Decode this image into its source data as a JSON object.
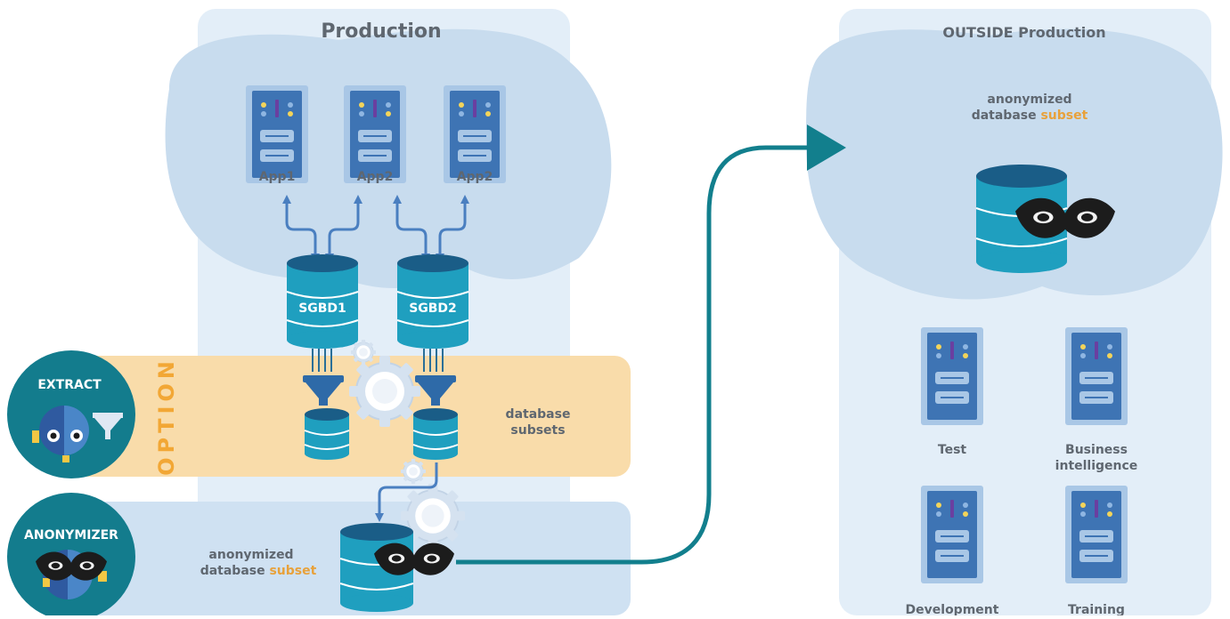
{
  "production": {
    "title": "Production",
    "apps": [
      "App1",
      "App2",
      "App2"
    ],
    "databases": [
      "SGBD1",
      "SGBD2"
    ]
  },
  "option": {
    "label": "OPTION",
    "subsets_line1": "database",
    "subsets_line2": "subsets"
  },
  "anonymized": {
    "line1": "anonymized",
    "line2_plain": "database ",
    "line2_accent": "subset"
  },
  "outside": {
    "title": "OUTSIDE Production",
    "subset_line1": "anonymized",
    "subset_line2_plain": "database ",
    "subset_line2_accent": "subset",
    "envs": {
      "test": "Test",
      "bi_line1": "Business",
      "bi_line2": "intelligence",
      "dev": "Development",
      "training": "Training"
    }
  },
  "badges": {
    "extract": "EXTRACT",
    "anonymizer": "ANONYMIZER"
  },
  "colors": {
    "panel": "#e3eef8",
    "cloud": "#c8dcee",
    "option_band": "#f9dcaa",
    "anon_band": "#cfe1f2",
    "server_frame": "#a9c7e6",
    "server_body": "#3e74b4",
    "db_body": "#1f9fbf",
    "db_top": "#1a5d87",
    "arrow": "#4a7fc0",
    "teal": "#127f8d",
    "badge_bg": "#137c8d",
    "accent": "#e8a13a"
  }
}
